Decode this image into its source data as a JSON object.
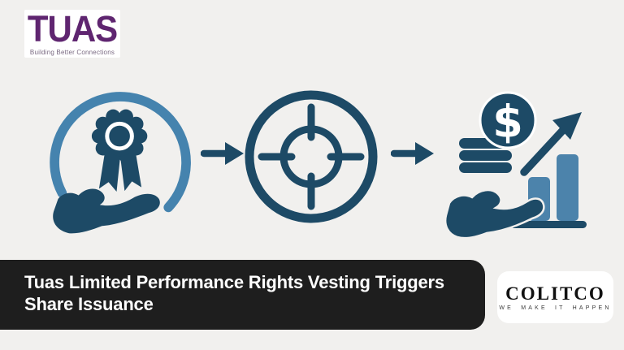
{
  "colors": {
    "bg": "#f1f0ee",
    "navy": "#1d4a66",
    "light_blue": "#4583ae",
    "bar_blue": "#4c83ab",
    "banner_bg": "#1e1e1e",
    "banner_text": "#ffffff",
    "tuas_purple": "#5f2570",
    "tuas_tagline": "#7a6a82",
    "colitco_text": "#111111",
    "logo_bg": "#ffffff"
  },
  "tuas_logo": {
    "name": "TUAS",
    "tagline": "Building Better Connections"
  },
  "colitco_logo": {
    "name": "COLITCO",
    "tagline": "WE MAKE IT HAPPEN"
  },
  "headline": {
    "line1": "Tuas Limited Performance Rights Vesting Triggers",
    "line2": "Share Issuance"
  },
  "illustration": {
    "dollar_symbol": "$",
    "step_icons": [
      "award-hand-icon",
      "target-icon",
      "money-growth-icon"
    ],
    "connector_icon": "arrow-right-icon"
  }
}
